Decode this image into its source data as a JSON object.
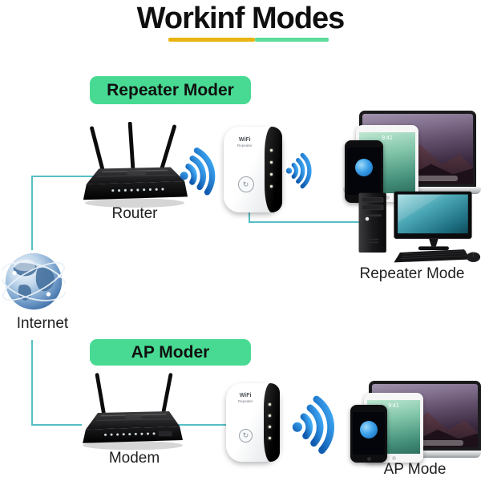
{
  "title": "Workinf Modes",
  "badges": {
    "repeater": "Repeater Moder",
    "ap": "AP Moder"
  },
  "labels": {
    "router": "Router",
    "internet": "Internet",
    "modem": "Modem",
    "repeater_mode": "Repeater Mode",
    "ap_mode": "AP Mode"
  },
  "device": {
    "brand": "WiFi",
    "brand_sub": "Repeater",
    "wps_glyph": "↻",
    "tablet_time": "9:41"
  },
  "colors": {
    "button_green": "#48DA93",
    "line_teal": "#56BFC6",
    "underline_yellow": "#E9B411",
    "underline_green": "#5CDB9B",
    "wifi_blue_dark": "#0F5BB0",
    "wifi_blue_light": "#3FA9F5"
  }
}
